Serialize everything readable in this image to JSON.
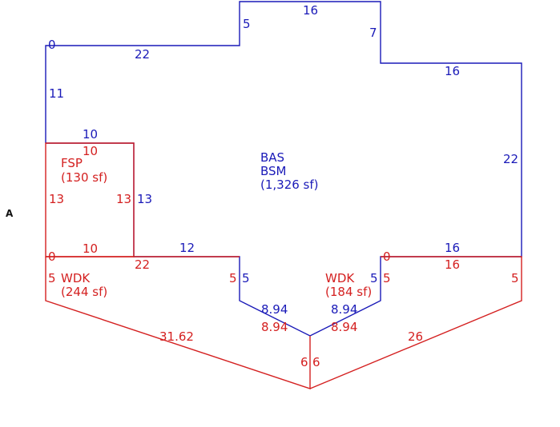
{
  "marker": "A",
  "areas": {
    "bas": {
      "code1": "BAS",
      "code2": "BSM",
      "area": "(1,326 sf)"
    },
    "fsp": {
      "code": "FSP",
      "area": "(130 sf)"
    },
    "wdk_left": {
      "code": "WDK",
      "area": "(244 sf)"
    },
    "wdk_right": {
      "code": "WDK",
      "area": "(184 sf)"
    }
  },
  "dimensions": {
    "blue": {
      "top": "16",
      "upper_left_step": "5",
      "upper_right_step": "7",
      "top_left": "22",
      "top_right": "16",
      "right_side": "22",
      "left_upper": "11",
      "fsp_top": "10",
      "fsp_right": "13",
      "bottom_mid": "12",
      "center_left_step": "5",
      "center_right_step": "5",
      "bottom_right": "16",
      "diag_left": "8.94",
      "diag_right": "8.94",
      "corner_zero": "0"
    },
    "red": {
      "fsp_top": "10",
      "fsp_left": "13",
      "fsp_right": "13",
      "fsp_bottom": "10",
      "corner_zero_left": "0",
      "corner_zero_right": "0",
      "wdk_left_top": "22",
      "wdk_left_side": "5",
      "wdk_left_inner": "5",
      "wdk_right_inner": "5",
      "wdk_right_side": "5",
      "wdk_right_top": "16",
      "diag_long": "31.62",
      "diag_right_long": "26",
      "diag_mid_left": "8.94",
      "diag_mid_right": "8.94",
      "vert_left": "6",
      "vert_right": "6"
    }
  },
  "colors": {
    "main": "#1a1ab8",
    "deck": "#d42020"
  }
}
